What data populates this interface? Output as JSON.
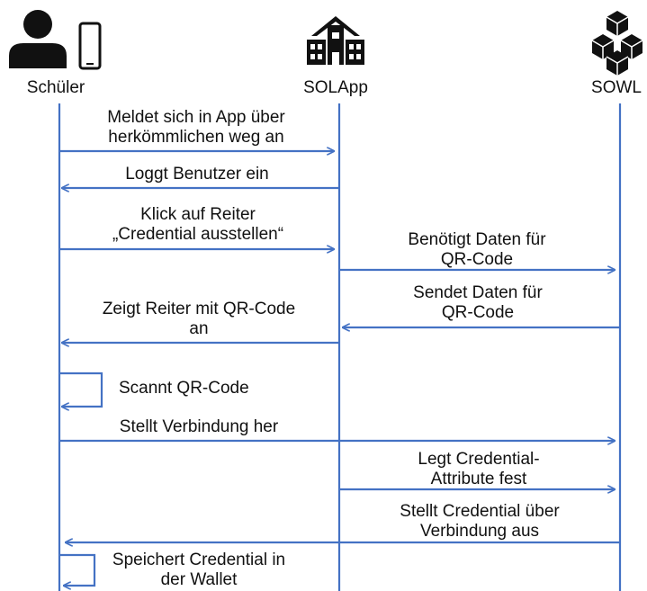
{
  "colors": {
    "line": "#4472c4",
    "icon": "#111111",
    "text": "#111111"
  },
  "actors": [
    {
      "id": "schueler",
      "label": "Schüler",
      "icons": [
        "person-icon",
        "smartphone-icon"
      ]
    },
    {
      "id": "solapp",
      "label": "SOLApp",
      "icons": [
        "school-building-icon"
      ]
    },
    {
      "id": "sowl",
      "label": "SOWL",
      "icons": [
        "blockchain-cubes-icon"
      ]
    }
  ],
  "messages": [
    {
      "id": "m1",
      "from": "schueler",
      "to": "solapp",
      "lines": [
        "Meldet sich in App über",
        "herkömmlichen weg an"
      ]
    },
    {
      "id": "m2",
      "from": "solapp",
      "to": "schueler",
      "lines": [
        "Loggt Benutzer ein"
      ]
    },
    {
      "id": "m3",
      "from": "schueler",
      "to": "solapp",
      "lines": [
        "Klick auf Reiter",
        "„Credential ausstellen“"
      ]
    },
    {
      "id": "m4",
      "from": "solapp",
      "to": "sowl",
      "lines": [
        "Benötigt Daten für",
        "QR-Code"
      ]
    },
    {
      "id": "m5",
      "from": "sowl",
      "to": "solapp",
      "lines": [
        "Sendet Daten für",
        "QR-Code"
      ]
    },
    {
      "id": "m6",
      "from": "solapp",
      "to": "schueler",
      "lines": [
        "Zeigt Reiter mit QR-Code",
        "an"
      ]
    },
    {
      "id": "m7",
      "from": "schueler",
      "to": "schueler",
      "lines": [
        "Scannt QR-Code"
      ]
    },
    {
      "id": "m8",
      "from": "schueler",
      "to": "sowl",
      "lines": [
        "Stellt Verbindung her"
      ]
    },
    {
      "id": "m9",
      "from": "solapp",
      "to": "sowl",
      "lines": [
        "Legt Credential-",
        "Attribute fest"
      ]
    },
    {
      "id": "m10",
      "from": "sowl",
      "to": "schueler",
      "lines": [
        "Stellt Credential über",
        "Verbindung aus"
      ]
    },
    {
      "id": "m11",
      "from": "schueler",
      "to": "schueler",
      "lines": [
        "Speichert Credential in",
        "der Wallet"
      ]
    }
  ]
}
